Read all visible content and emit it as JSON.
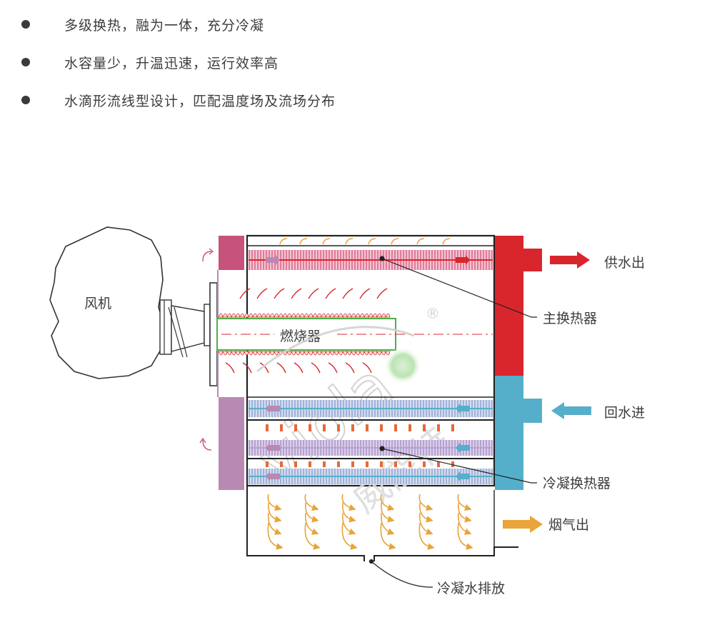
{
  "bullets": [
    "多级换热，融为一体，充分冷凝",
    "水容量少，升温迅速，运行效率高",
    "水滴形流线型设计，匹配温度场及流场分布"
  ],
  "diagram": {
    "fan_label": "风机",
    "burner_label": "燃烧器",
    "supply_water_label": "供水出",
    "return_water_label": "回水进",
    "main_hx_label": "主换热器",
    "condensing_hx_label": "冷凝换热器",
    "flue_gas_label": "烟气出",
    "condensate_drain_label": "冷凝水排放",
    "watermark_text": "威能特",
    "watermark_logo": "viola",
    "registered_mark": "®"
  },
  "colors": {
    "hot_water": "#d8262c",
    "cold_water": "#55afca",
    "flue_gas": "#e9a43a",
    "main_hx_fill": "#e98aa6",
    "condensing_hx_fill": "#b7a8d4",
    "fan_shroud": "#b889b3",
    "burner_outline": "#4daf4a"
  }
}
